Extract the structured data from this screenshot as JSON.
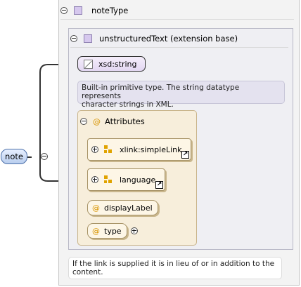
{
  "root": {
    "label": "note"
  },
  "complex_type": {
    "title": "noteType"
  },
  "extension": {
    "title": "unstructuredText (extension base)",
    "base_type": "xsd:string",
    "documentation": [
      "Built-in primitive type. The string datatype represents",
      "character strings in XML."
    ]
  },
  "attributes": {
    "title": "Attributes",
    "groups": [
      {
        "label": "xlink:simpleLink"
      },
      {
        "label": "language"
      }
    ],
    "items": [
      {
        "label": "displayLabel"
      },
      {
        "label": "type"
      }
    ]
  },
  "note_documentation": [
    "If the link is supplied it is in lieu of or in addition to the",
    "content."
  ],
  "colors": {
    "type_fill": "#d6c8ee",
    "attribute_fill": "#f7eedb",
    "root_fill": "#b8cdee"
  },
  "icons": [
    "collapse-icon",
    "expand-icon",
    "complex-type-icon",
    "simple-type-icon",
    "attribute-group-icon",
    "attribute-icon",
    "link-arrow-icon"
  ]
}
